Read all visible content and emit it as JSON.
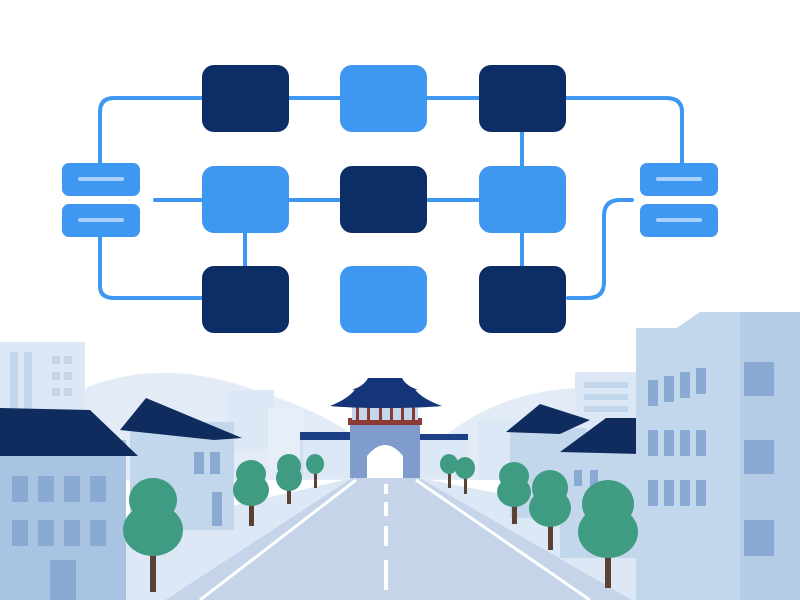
{
  "colors": {
    "background": "#ffffff",
    "node_dark": "#0d2d66",
    "node_light": "#3e97f0",
    "connector": "#3e97f0",
    "server_line": "#a9d1fb",
    "building_pale": "#dce8f5",
    "building_light": "#c2d6ec",
    "building_mid": "#a9c4e3",
    "window": "#8aaad4",
    "roof_navy": "#102c5e",
    "road": "#c5d4e8",
    "road_mark": "#ffffff",
    "tree_green": "#3f9b82",
    "tree_trunk": "#5b4034",
    "hill": "#e3ecf6",
    "gate_body": "#7f9ccc",
    "gate_roof": "#15357a",
    "gate_beam": "#8c3b34"
  },
  "network": {
    "rows": [
      [
        "dark",
        "light",
        "dark"
      ],
      [
        "light",
        "dark",
        "light"
      ],
      [
        "dark",
        "light",
        "dark"
      ]
    ],
    "servers": [
      "left-server",
      "right-server"
    ]
  },
  "icons": [
    "server-stack-icon",
    "city-gate-icon",
    "tree-icon",
    "building-icon"
  ]
}
